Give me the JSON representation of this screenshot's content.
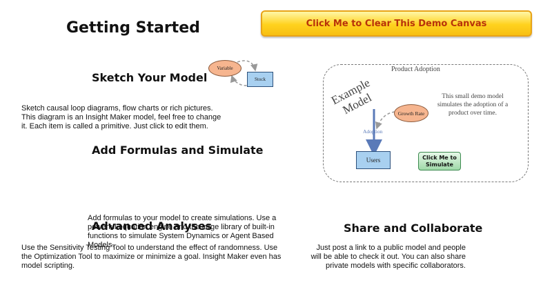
{
  "page": {
    "title": "Getting Started",
    "clear_button_label": "Click Me to Clear This Demo Canvas"
  },
  "sections": {
    "sketch": {
      "heading": "Sketch Your Model",
      "text": "Sketch causal loop diagrams, flow charts or rich pictures. This diagram is an Insight Maker model, feel free to change it. Each item is called a primitive. Just click to edit them."
    },
    "formulas": {
      "heading": "Add Formulas and Simulate",
      "text": "Add formulas to your model to create simulations. Use a powerful equation engine and the large library of built-in functions to simulate System Dynamics or Agent Based Models."
    },
    "advanced": {
      "heading": "Advanced Analyses",
      "text": "Use the Sensitivity Testing Tool to understand the effect of randomness. Use the Optimization Tool to maximize or minimize a goal. Insight Maker even has model scripting."
    },
    "share": {
      "heading": "Share and Collaborate",
      "text": "Just post a link to a public model and people will be able to check it out. You can also share private models with specific collaborators."
    }
  },
  "mini_diagram": {
    "variable_label": "Variable",
    "stock_label": "Stock"
  },
  "example_model": {
    "frame_title": "Product Adoption",
    "example_line1": "Example",
    "example_line2": "Model",
    "description": "This small demo model simulates the adoption of a product over time.",
    "growth_rate_label": "Growth Rate",
    "flow_label": "Adoption",
    "stock_label": "Users",
    "simulate_button_label": "Click Me to Simulate"
  }
}
